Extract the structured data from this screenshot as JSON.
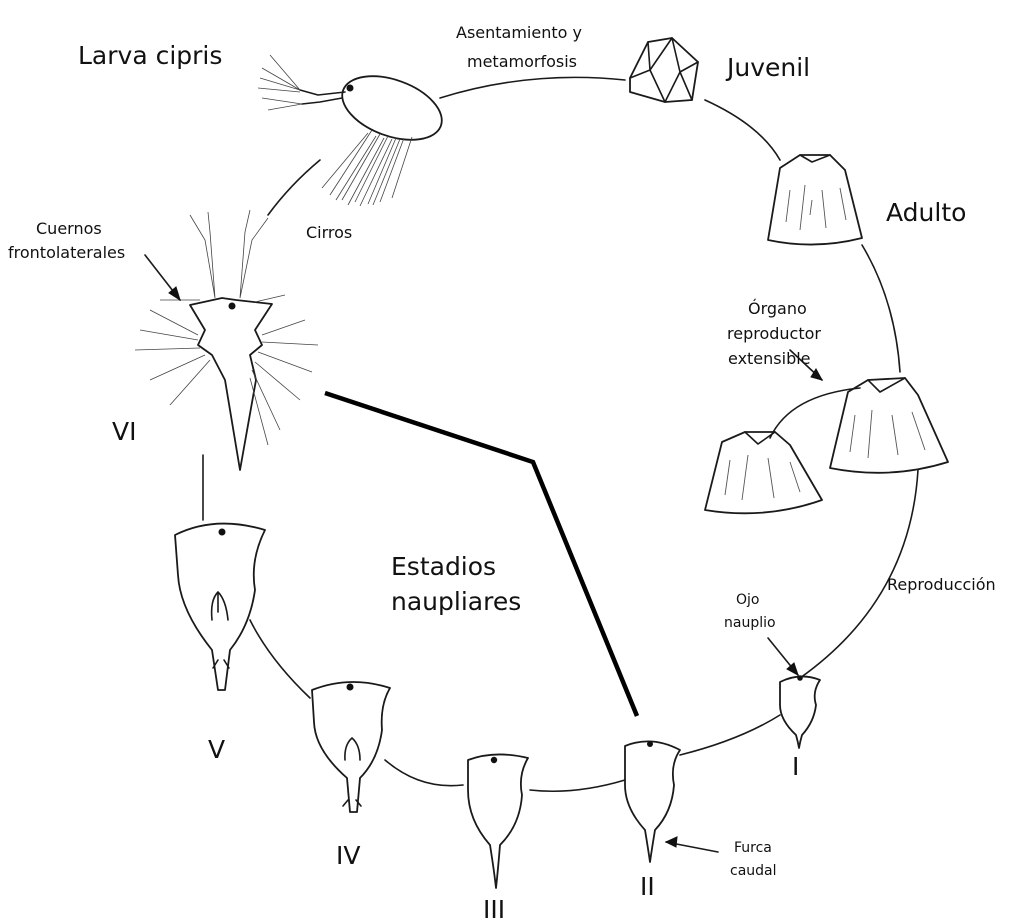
{
  "labels": {
    "cypris_larva": "Larva cipris",
    "settlement": "Asentamiento y",
    "metamorphosis": "metamorfosis",
    "juvenile": "Juvenil",
    "cirri": "Cirros",
    "frontolateral_horns_1": "Cuernos",
    "frontolateral_horns_2": "frontolaterales",
    "adult": "Adulto",
    "organ_1": "Órgano",
    "organ_2": "reproductor",
    "organ_3": "extensible",
    "nauplius_stages_1": "Estadios",
    "nauplius_stages_2": "naupliares",
    "reproduction": "Reproducción",
    "eye_1": "Ojo",
    "eye_2": "nauplio",
    "furca_1": "Furca",
    "furca_2": "caudal"
  },
  "stages": {
    "i": "I",
    "ii": "II",
    "iii": "III",
    "iv": "IV",
    "v": "V",
    "vi": "VI"
  }
}
